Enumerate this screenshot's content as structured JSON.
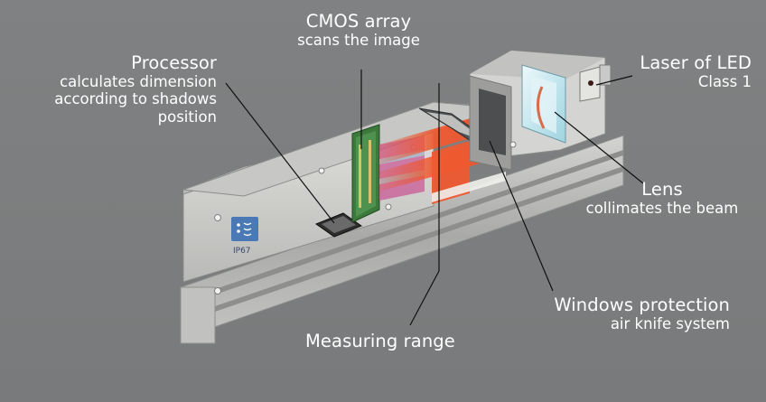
{
  "labels": {
    "cmos": {
      "title": "CMOS array",
      "sub": "scans the image"
    },
    "processor": {
      "title": "Processor",
      "sub_lines": [
        "calculates dimension",
        "according to shadows",
        "position"
      ]
    },
    "laser": {
      "title": "Laser of LED",
      "sub": "Class 1"
    },
    "lens": {
      "title": "Lens",
      "sub": "collimates the beam"
    },
    "windows": {
      "title": "Windows protection",
      "sub": "air knife system"
    },
    "range": {
      "title": "Measuring range"
    }
  },
  "badge": {
    "text": "IP67"
  },
  "colors": {
    "background": "#7d7f80",
    "beam": "#e8502a",
    "housing": "#d9d9d6",
    "pcb": "#3c7a3c",
    "badge": "#4a79b5"
  }
}
